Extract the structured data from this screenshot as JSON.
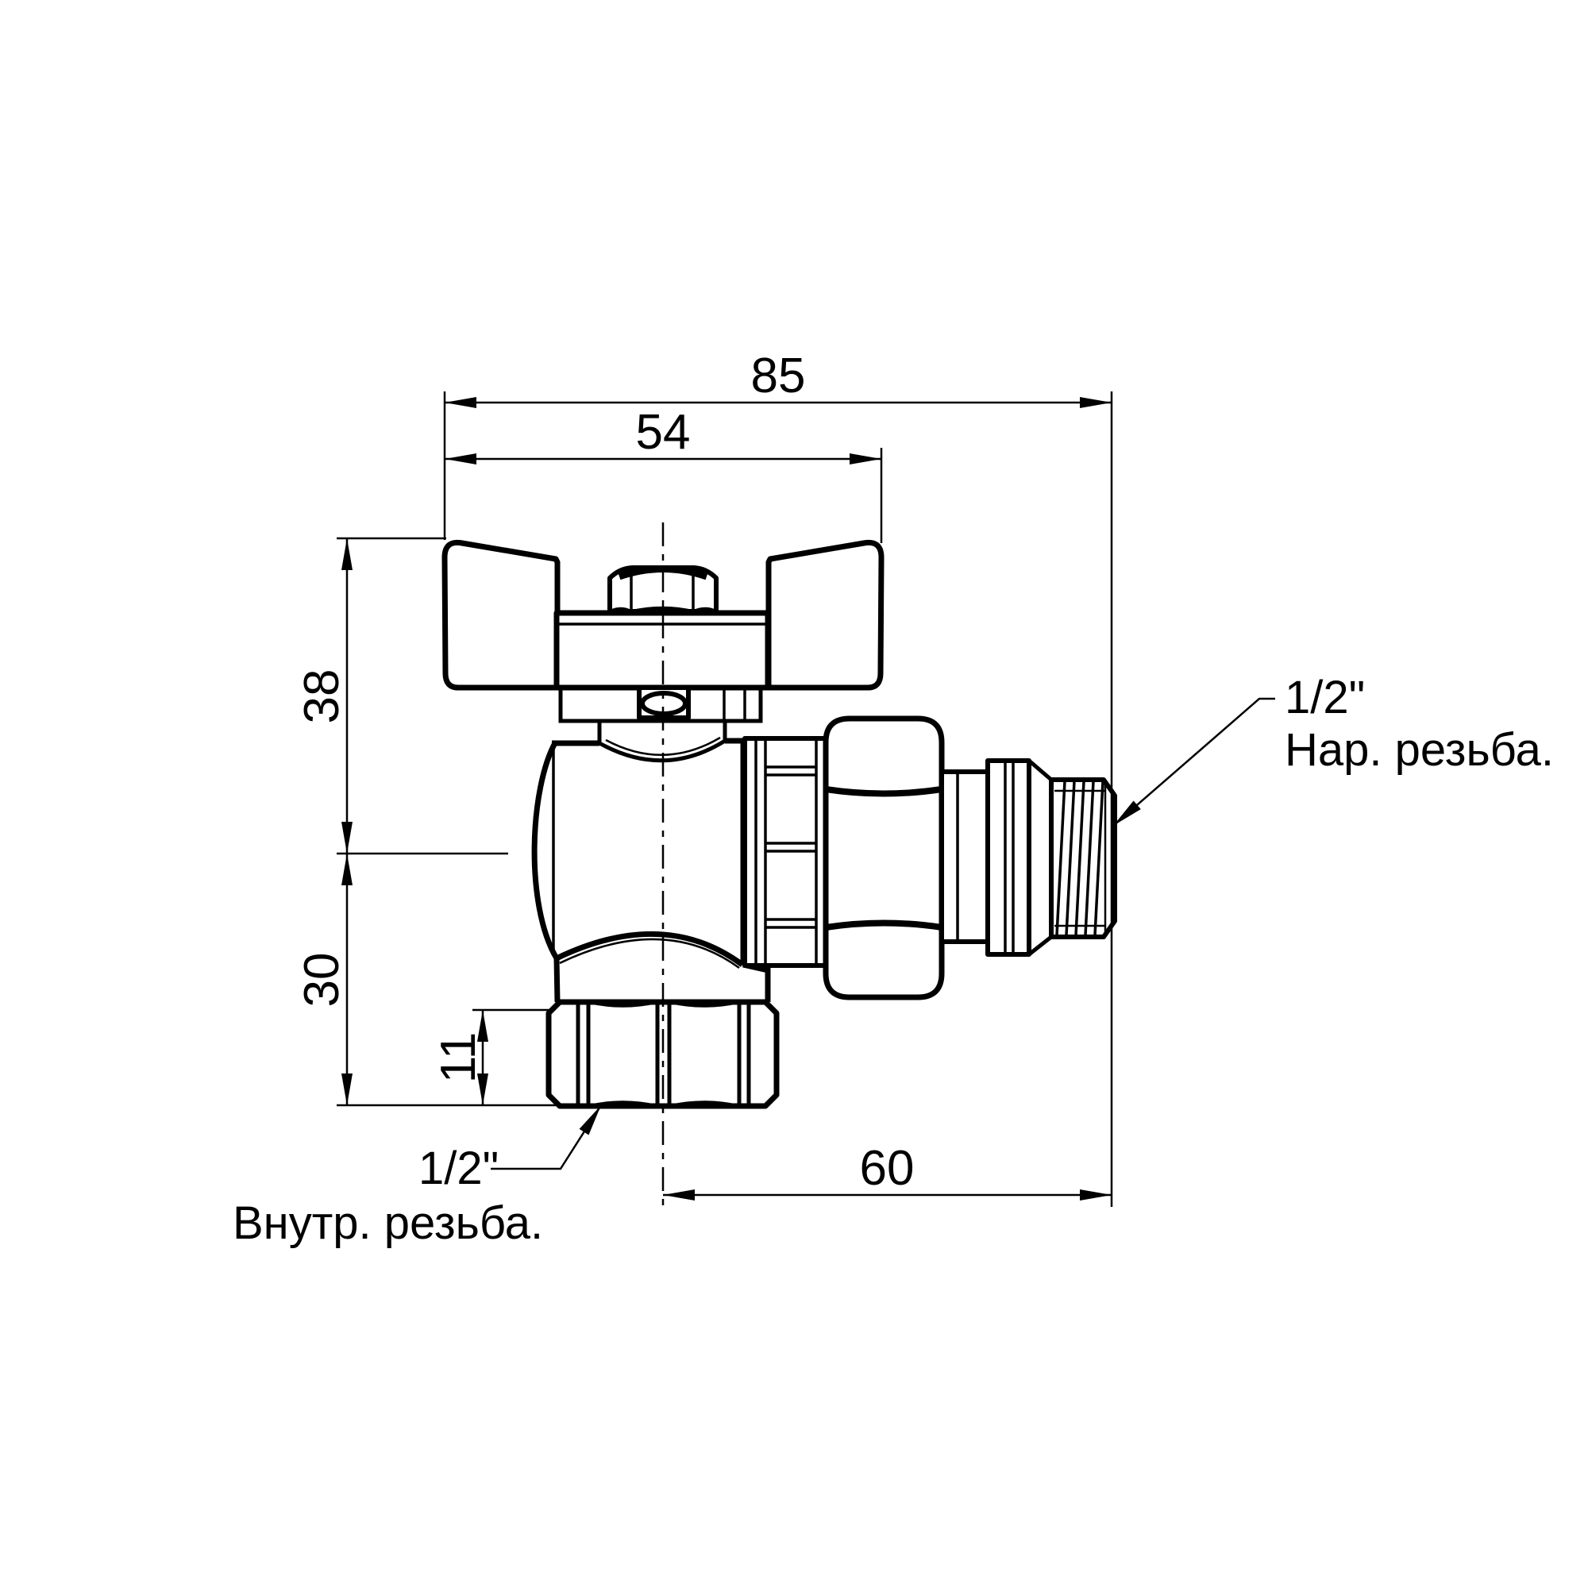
{
  "page": {
    "type": "technical-drawing",
    "background": "#ffffff",
    "line_color": "#000000"
  },
  "dimensions": {
    "total_width": "85",
    "handle_width": "54",
    "upper_height": "38",
    "lower_height": "30",
    "nut_height": "11",
    "outlet_length": "60"
  },
  "labels": {
    "male_thread": {
      "size": "1/2\"",
      "type": "Нар. резьба."
    },
    "female_thread": {
      "size": "1/2\"",
      "type": "Внутр. резьба."
    }
  }
}
